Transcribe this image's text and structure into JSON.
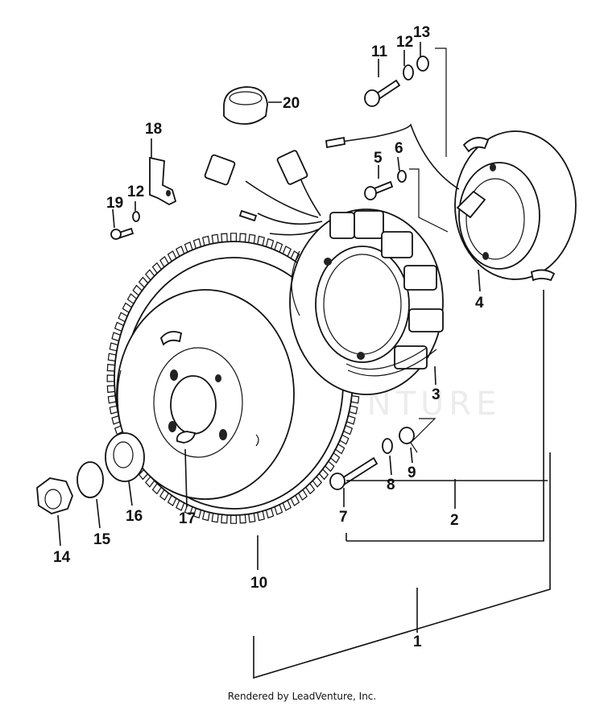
{
  "watermark": "LEADVENTURE",
  "footer": "Rendered by LeadVenture, Inc.",
  "callouts": {
    "c1": "1",
    "c2": "2",
    "c3": "3",
    "c4": "4",
    "c5": "5",
    "c6": "6",
    "c7": "7",
    "c8": "8",
    "c9": "9",
    "c10": "10",
    "c11": "11",
    "c12a": "12",
    "c12b": "12",
    "c13": "13",
    "c14": "14",
    "c15": "15",
    "c16": "16",
    "c17": "17",
    "c18": "18",
    "c19": "19",
    "c20": "20"
  }
}
